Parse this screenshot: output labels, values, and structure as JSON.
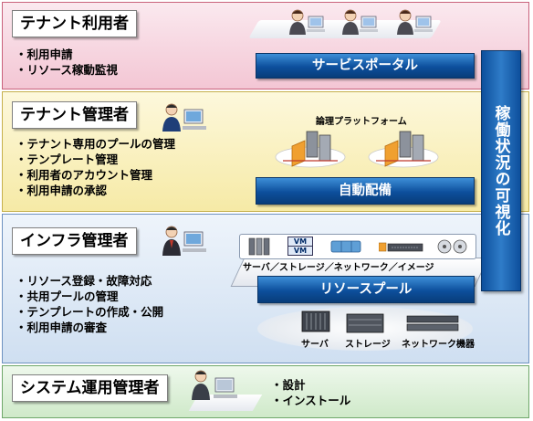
{
  "tenant_user": {
    "title": "テナント利用者",
    "tasks": [
      "・利用申請",
      "・リソース稼動監視"
    ],
    "portal_label": "サービスポータル"
  },
  "tenant_admin": {
    "title": "テナント管理者",
    "tasks": [
      "・テナント専用のプールの管理",
      "・テンプレート管理",
      "・利用者のアカウント管理",
      "・利用申請の承認"
    ],
    "platform_label": "論理プラットフォーム",
    "deploy_label": "自動配備"
  },
  "infra_admin": {
    "title": "インフラ管理者",
    "tasks": [
      "・リソース登録・故障対応",
      "・共用プールの管理",
      "・テンプレートの作成・公開",
      "・利用申請の審査"
    ],
    "panel_caption": "サーバ／ストレージ／ネットワーク／イメージ",
    "vm_labels": [
      "VM",
      "VM"
    ],
    "pool_label": "リソースプール",
    "resources": [
      "サーバ",
      "ストレージ",
      "ネットワーク機器"
    ]
  },
  "system_admin": {
    "title": "システム運用管理者",
    "tasks": [
      "・設計",
      "・インストール"
    ]
  },
  "side_label": "稼働状況の可視化",
  "colors": {
    "tenant_band": "#f3c6d4",
    "admin_band": "#f6eaa6",
    "infra_band": "#cfdff1",
    "system_band": "#cfe9c9",
    "accent_blue": "#0d4f9c"
  }
}
